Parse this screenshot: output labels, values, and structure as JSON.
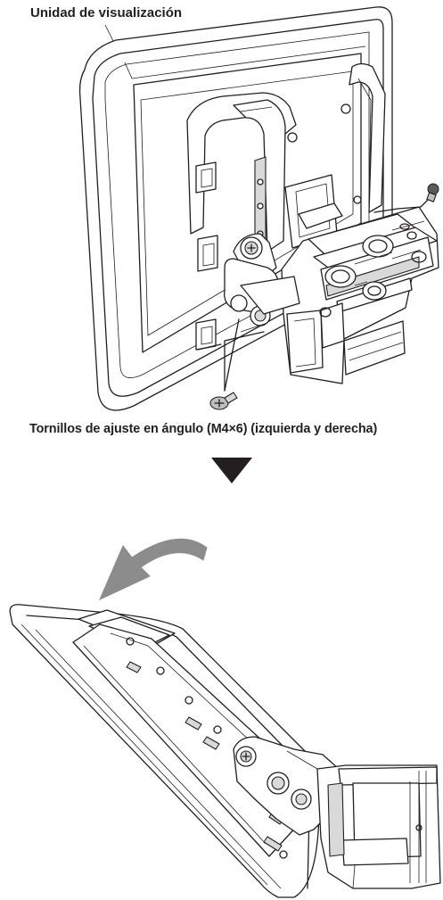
{
  "labels": {
    "display_unit": "Unidad de visualización",
    "angle_screws": "Tornillos de ajuste en ángulo (M4×6) (izquierda y derecha)"
  },
  "colors": {
    "line": "#231f20",
    "background": "#ffffff",
    "arrow_gray": "#8c8c8c"
  },
  "icons": {
    "step_arrow": "down-triangle",
    "rotation_arrow": "curved-arrow-left"
  }
}
